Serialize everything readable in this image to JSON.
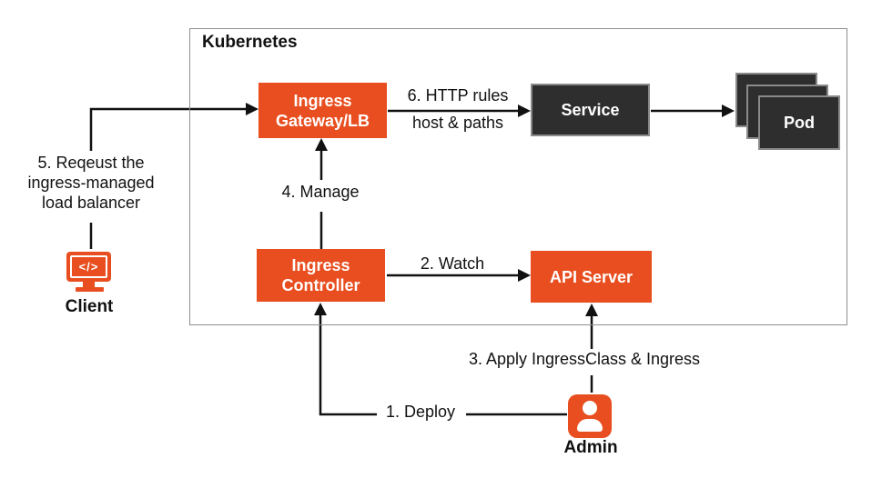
{
  "colors": {
    "accent_orange": "#E84E1F",
    "node_dark": "#2E2E2E",
    "node_border_gray": "#8A8A8A",
    "cluster_border_gray": "#8E8E8E",
    "line_black": "#111111"
  },
  "cluster": {
    "label": "Kubernetes"
  },
  "nodes": {
    "gateway": {
      "line1": "Ingress",
      "line2": "Gateway/LB"
    },
    "service": {
      "label": "Service"
    },
    "pod": {
      "label": "Pod"
    },
    "controller": {
      "line1": "Ingress",
      "line2": "Controller"
    },
    "api_server": {
      "label": "API Server"
    }
  },
  "actors": {
    "client": {
      "label": "Client",
      "icon_glyph": "</>"
    },
    "admin": {
      "label": "Admin"
    }
  },
  "edges": {
    "request": {
      "label_lines": [
        "5. Reqeust the",
        "ingress-managed",
        "load balancer"
      ]
    },
    "http_rules": {
      "line1": "6. HTTP rules",
      "line2": "host & paths"
    },
    "watch": {
      "label": "2. Watch"
    },
    "manage": {
      "label": "4. Manage"
    },
    "deploy": {
      "label": "1. Deploy"
    },
    "apply": {
      "label": "3. Apply IngressClass & Ingress"
    }
  }
}
